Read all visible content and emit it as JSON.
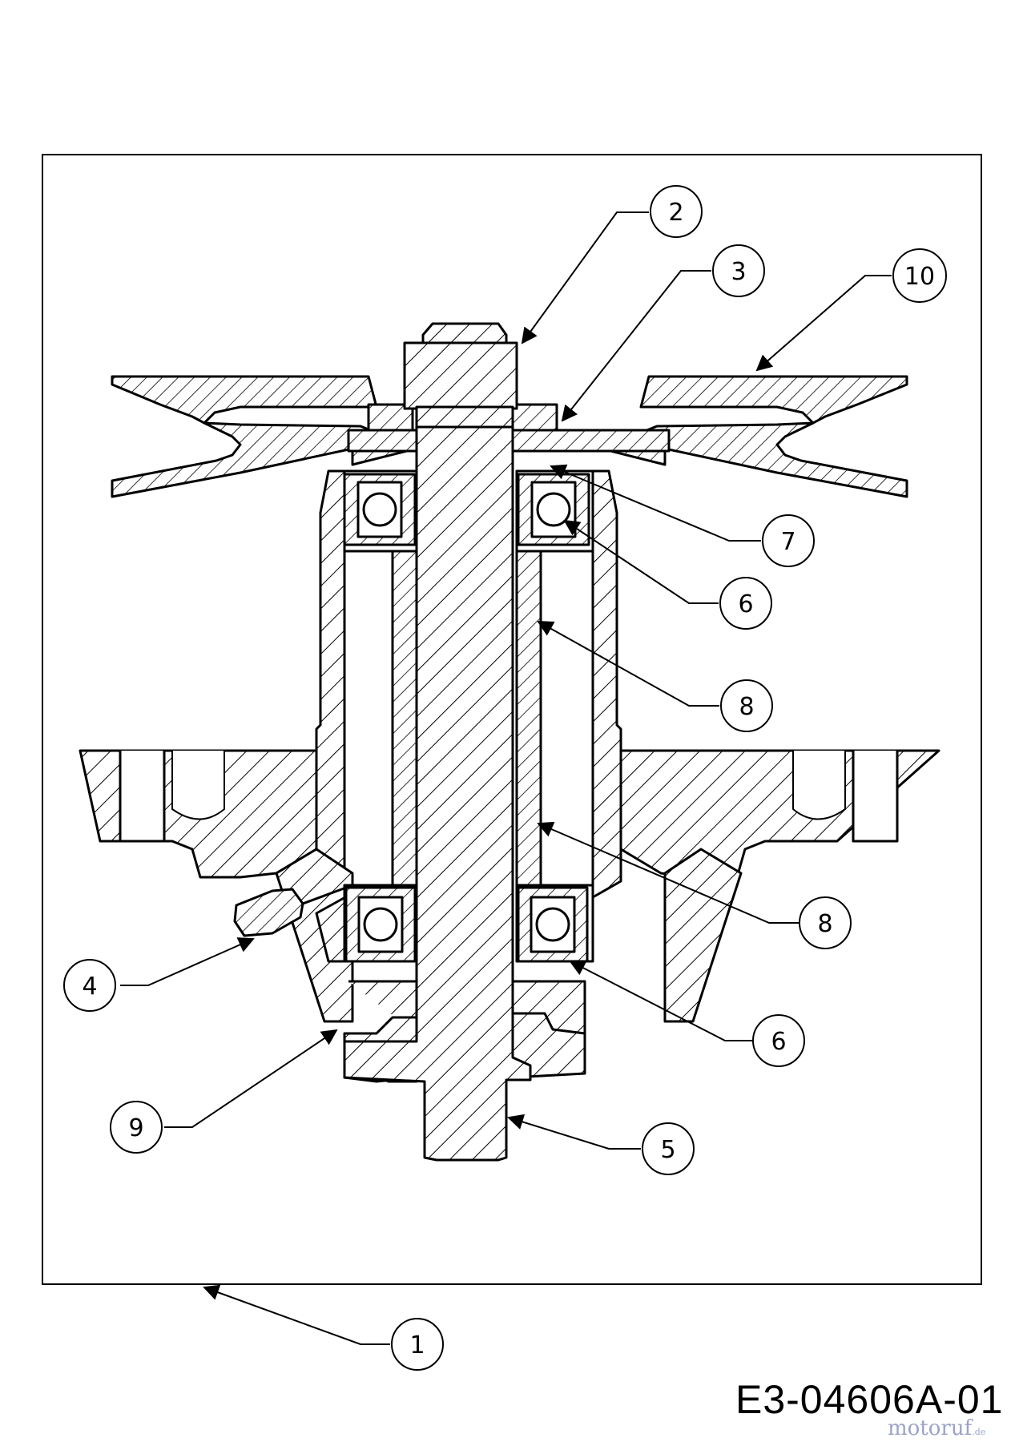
{
  "document_number": "E3-04606A-01",
  "watermark": {
    "brand": "motoruf",
    "suffix": ".de"
  },
  "callouts": [
    {
      "id": "callout-1",
      "label": "1"
    },
    {
      "id": "callout-2",
      "label": "2"
    },
    {
      "id": "callout-3",
      "label": "3"
    },
    {
      "id": "callout-4",
      "label": "4"
    },
    {
      "id": "callout-5",
      "label": "5"
    },
    {
      "id": "callout-6a",
      "label": "6"
    },
    {
      "id": "callout-6b",
      "label": "6"
    },
    {
      "id": "callout-7",
      "label": "7"
    },
    {
      "id": "callout-8a",
      "label": "8"
    },
    {
      "id": "callout-8b",
      "label": "8"
    },
    {
      "id": "callout-9",
      "label": "9"
    },
    {
      "id": "callout-10",
      "label": "10"
    }
  ]
}
